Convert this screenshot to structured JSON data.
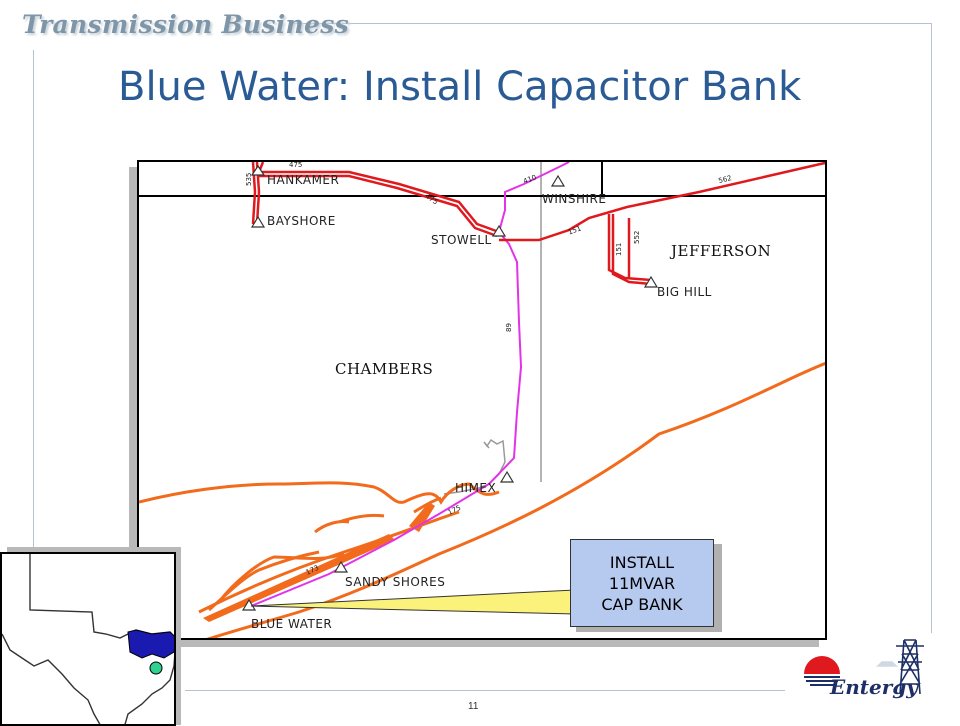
{
  "header": {
    "brand": "Transmission Business",
    "title": "Blue Water: Install Capacitor Bank"
  },
  "map": {
    "substations": {
      "hankamer": "HANKAMER",
      "bayshore": "BAYSHORE",
      "stowell": "STOWELL",
      "winshire": "WINSHIRE",
      "big_hill": "BIG HILL",
      "himex": "HIMEX",
      "sandy_shores": "SANDY SHORES",
      "blue_water": "BLUE WATER"
    },
    "counties": {
      "chambers": "CHAMBERS",
      "jefferson": "JEFFERSON"
    },
    "line_numbers": [
      "475",
      "535",
      "475",
      "410",
      "151",
      "562",
      "151",
      "552",
      "89",
      "175",
      "173"
    ],
    "colors": {
      "line_red": "#e0191e",
      "line_magenta": "#e233e8",
      "line_orange": "#f26a1b",
      "county_border": "#9a9a9a"
    }
  },
  "callout": {
    "line1": "INSTALL",
    "line2": "11MVAR",
    "line3": "CAP BANK"
  },
  "footer": {
    "page_number": "11",
    "logo_text": "Entergy"
  }
}
